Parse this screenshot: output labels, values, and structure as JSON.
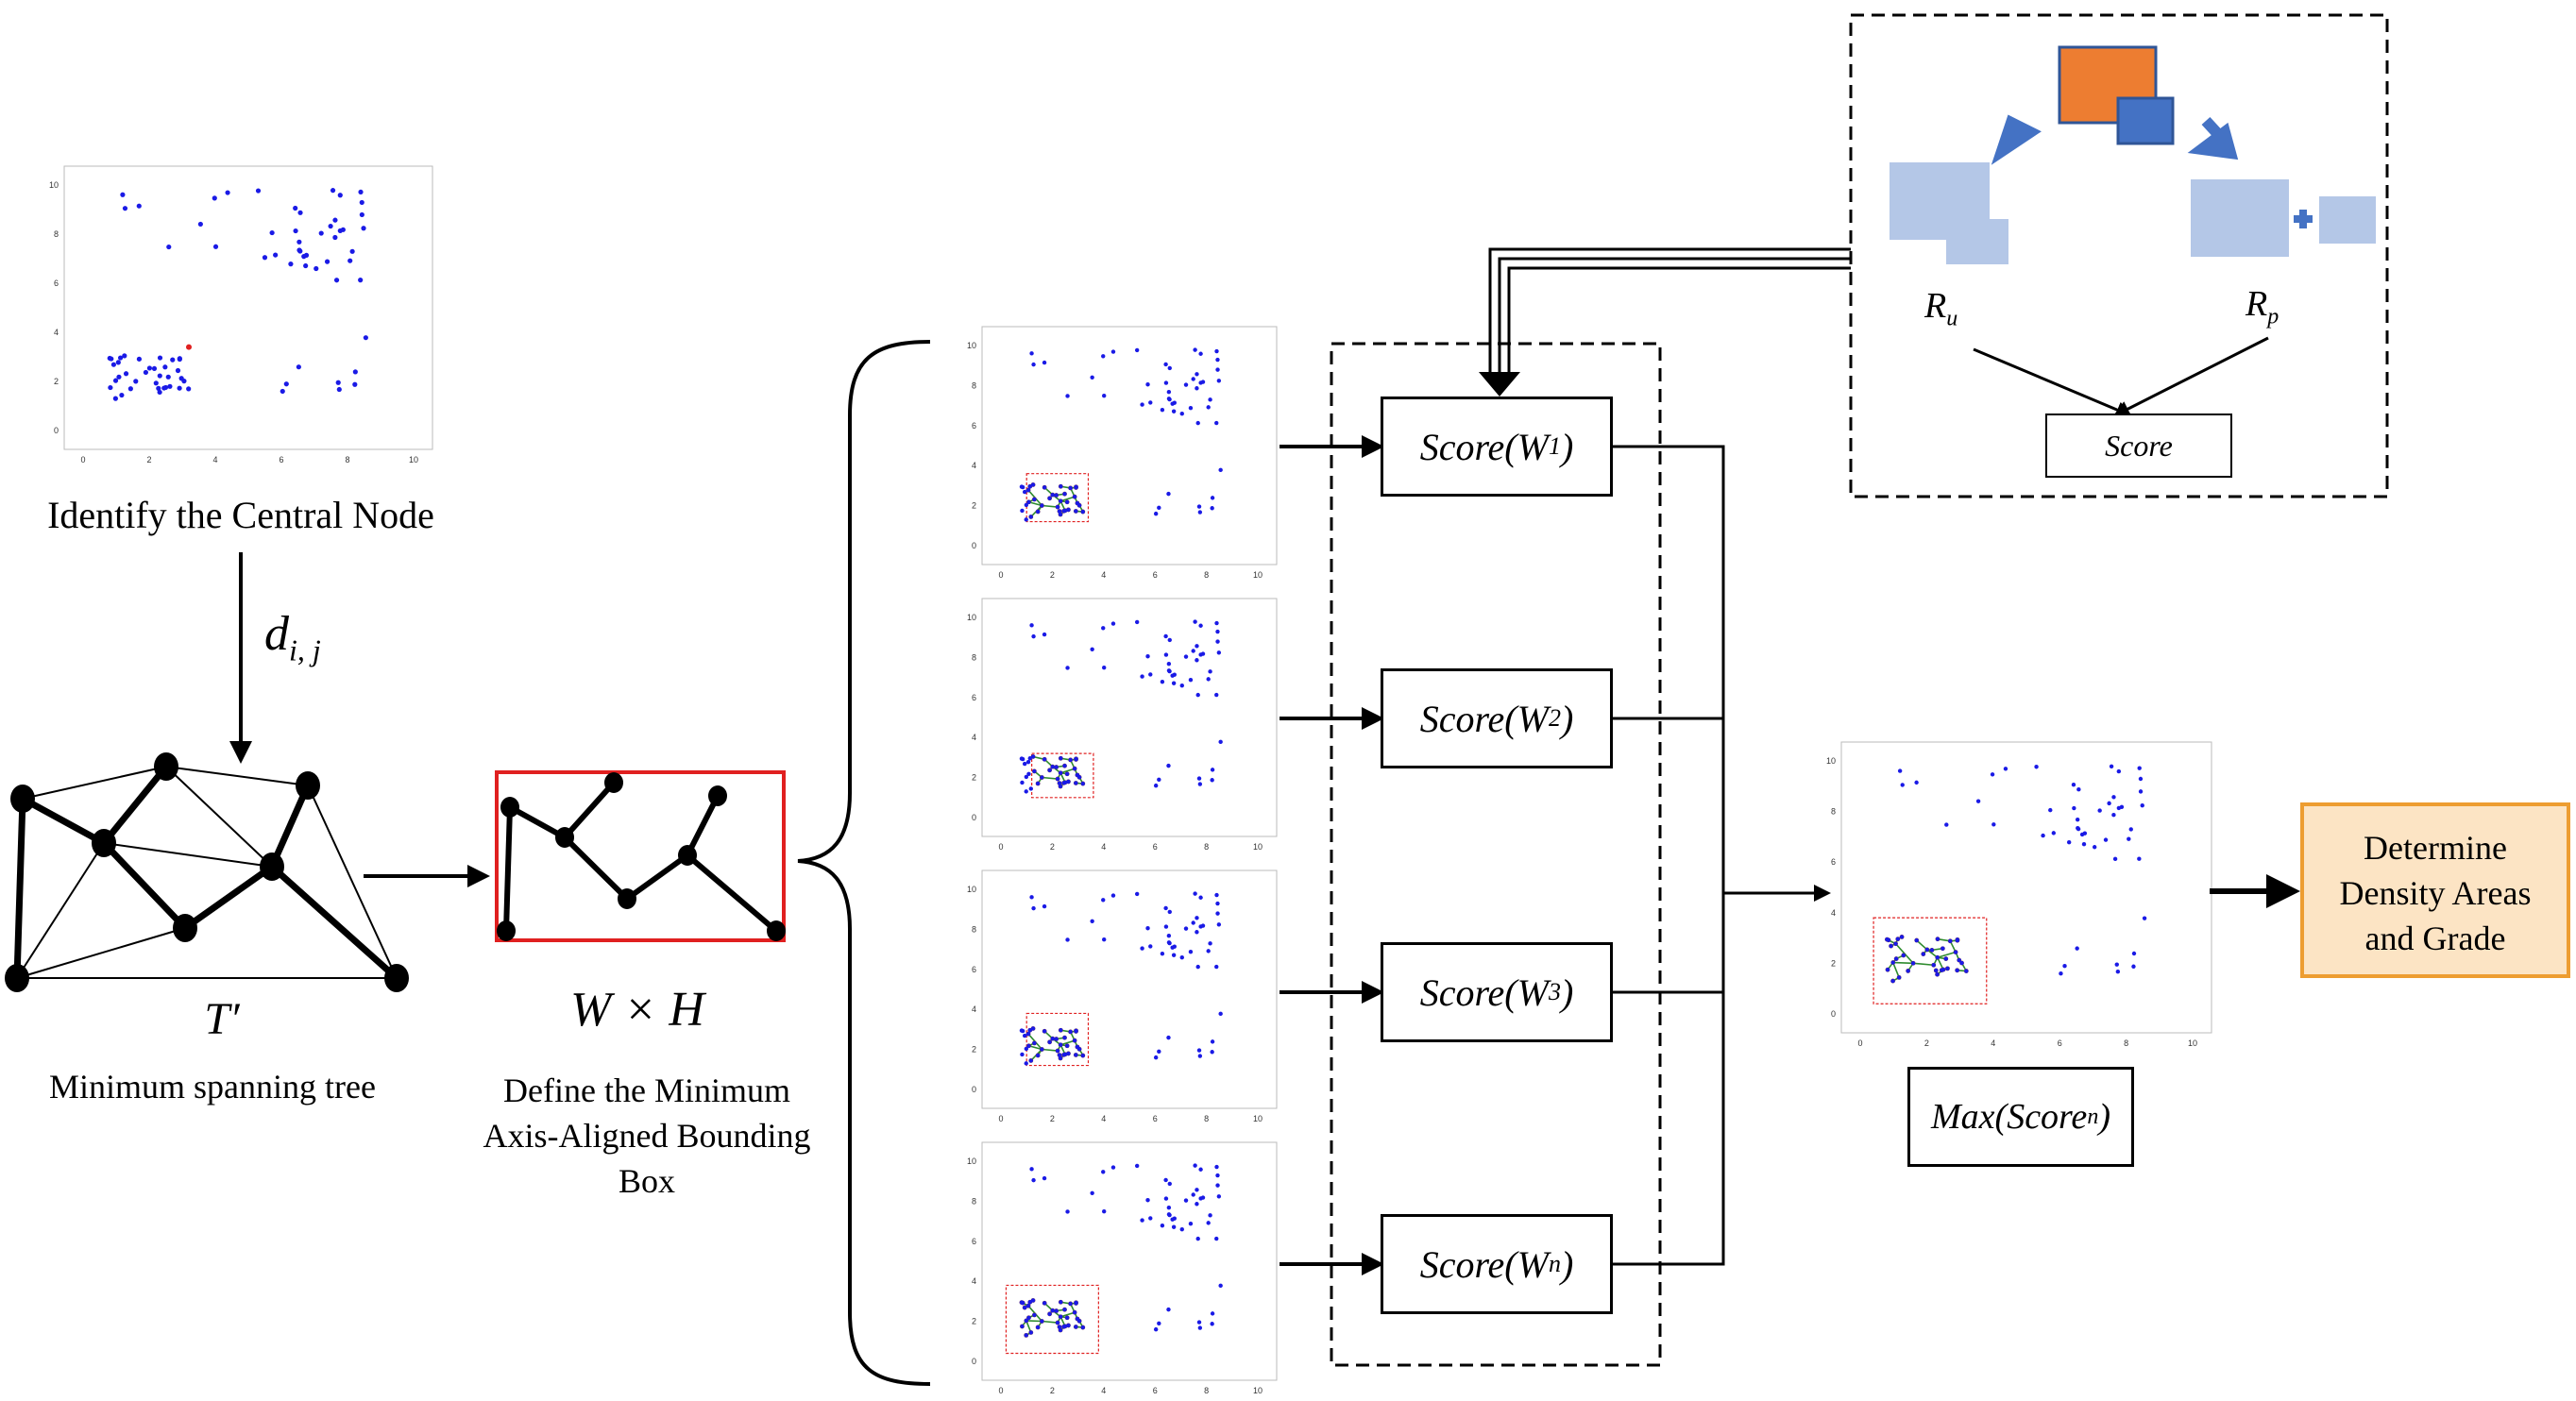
{
  "labels": {
    "identify_central_node": "Identify the Central Node",
    "distance": "d",
    "distance_sub": "i, j",
    "tree_symbol": "T′",
    "mst": "Minimum spanning tree",
    "wxh": "W × H",
    "define_box": [
      "Define the Minimum",
      "Axis-Aligned Bounding",
      "Box"
    ],
    "max_score": "Max(Score",
    "max_score_sub": "n",
    "max_score_close": ")",
    "determine": [
      "Determine",
      "Density Areas",
      "and Grade"
    ]
  },
  "score_boxes": [
    {
      "text": "Score(W",
      "sub": "1",
      "close": ")"
    },
    {
      "text": "Score(W",
      "sub": "2",
      "close": ")"
    },
    {
      "text": "Score(W",
      "sub": "3",
      "close": ")"
    },
    {
      "text": "Score(W",
      "sub": "n",
      "close": ")"
    }
  ],
  "inset": {
    "r_u": "R",
    "r_u_sub": "u",
    "r_p": "R",
    "r_p_sub": "p",
    "score": "Score"
  },
  "scatter_ticks": {
    "x": [
      "0",
      "2",
      "4",
      "6",
      "8",
      "10"
    ],
    "y": [
      "0",
      "2",
      "4",
      "6",
      "8",
      "10"
    ]
  },
  "colors": {
    "points": "#1a1ae6",
    "central_point": "#e02020",
    "bbox_red": "#e02020",
    "tree_green": "#2e8b2e",
    "inset_orange": "#ed7d31",
    "inset_blue": "#4472c4",
    "inset_light_blue": "#b4c7e7",
    "determine_fill": "#fce4c4",
    "determine_border": "#ed9d31"
  }
}
